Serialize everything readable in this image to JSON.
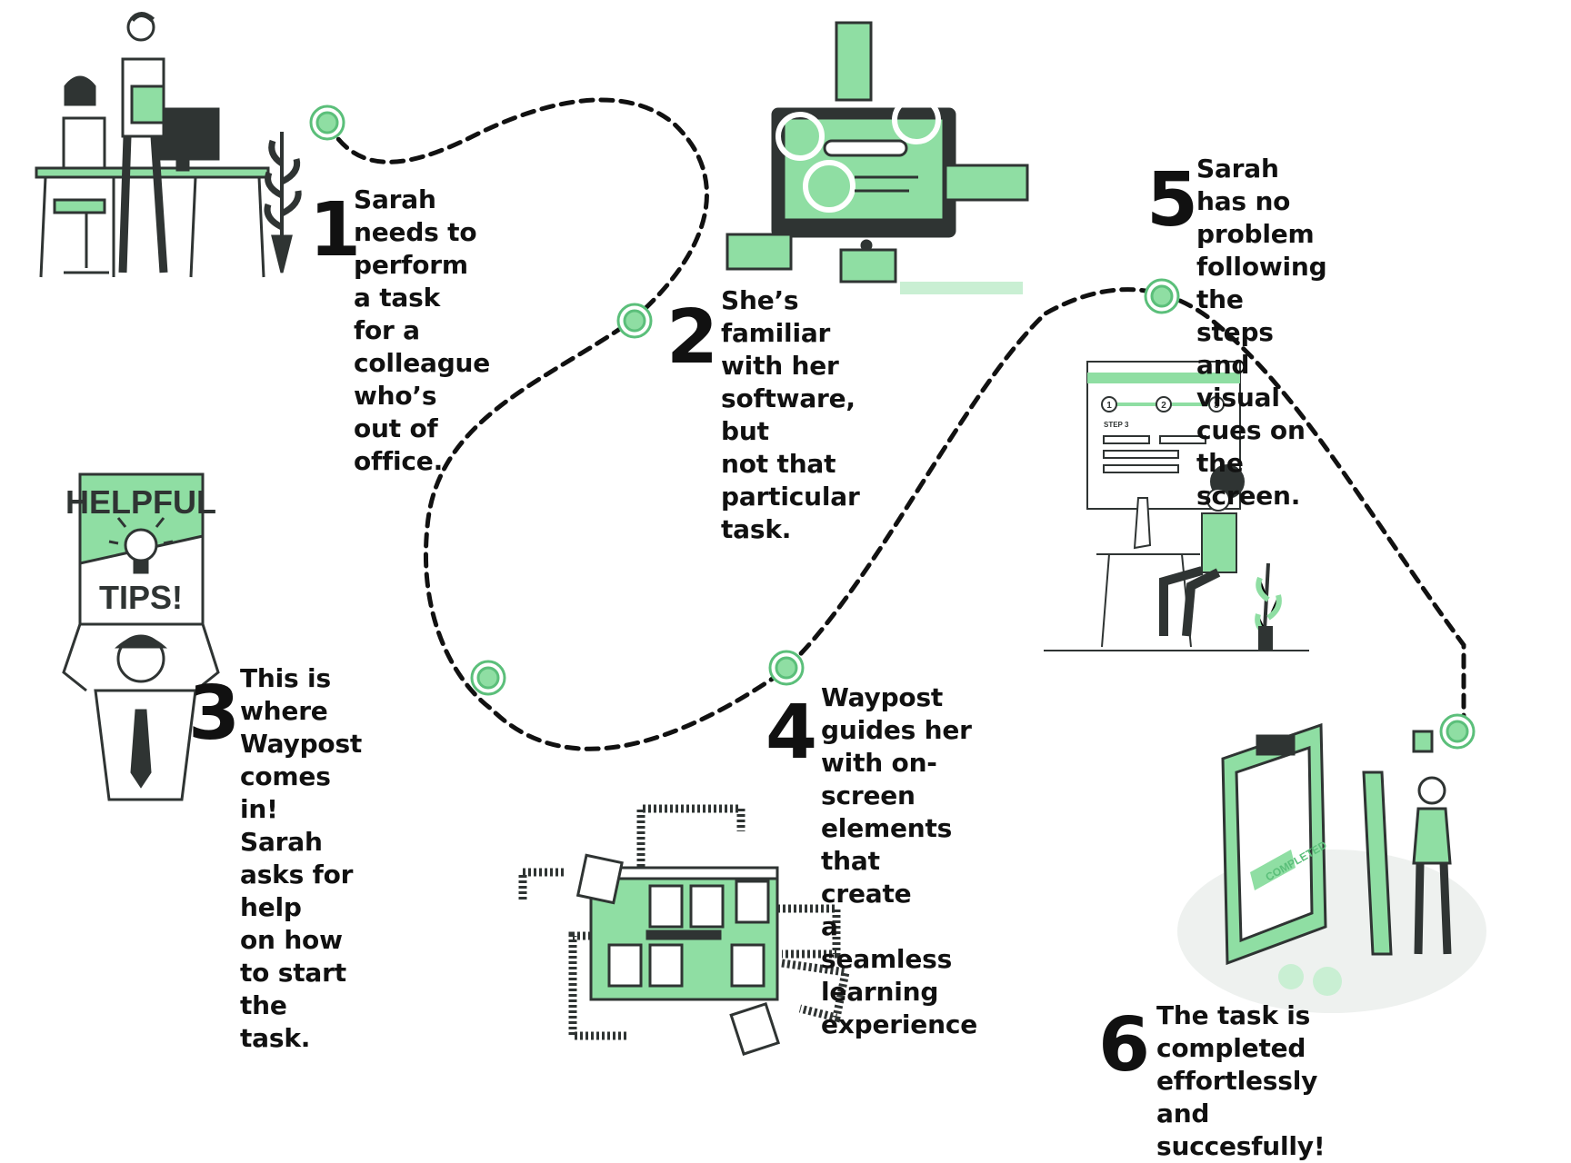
{
  "colors": {
    "accent": "#8fdea3",
    "accent_dark": "#5bbf7a",
    "ink": "#111111",
    "ink_soft": "#2f3433"
  },
  "steps": [
    {
      "number": "1",
      "text": "Sarah needs to\nperform a task\nfor a colleague\nwho’s out of\noffice."
    },
    {
      "number": "2",
      "text": "She’s familiar\nwith her\nsoftware, but\nnot that\nparticular task."
    },
    {
      "number": "3",
      "text": "This is where\nWaypost comes in!\nSarah asks for help\non how to start the\ntask."
    },
    {
      "number": "4",
      "text": "Waypost guides her\nwith on-screen\nelements that create\na seamless learning\nexperience"
    },
    {
      "number": "5",
      "text": "Sarah has no problem\nfollowing the steps\nand visual cues on\nthe screen."
    },
    {
      "number": "6",
      "text": "The task is completed\neffortlessly and succesfully!"
    }
  ],
  "illustrations": {
    "sign_top": "HELPFUL",
    "sign_bottom": "TIPS!",
    "stamp": "COMPLETED",
    "wizard_step_label": "STEP 3",
    "wizard_steps": [
      "1",
      "2",
      "3"
    ]
  },
  "icons": [
    "office-desk-icon",
    "magnifier-monitor-icon",
    "helpful-tips-sign-icon",
    "cabled-dashboard-icon",
    "wizard-screen-icon",
    "completed-clipboard-icon",
    "waypoint-marker-icon"
  ]
}
